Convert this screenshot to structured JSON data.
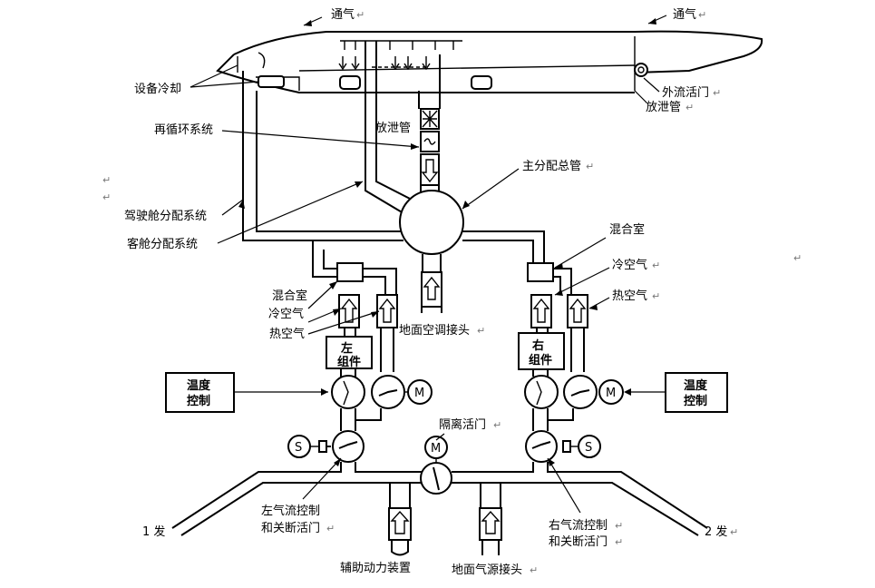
{
  "labels": {
    "vent_left": "通气",
    "vent_right": "通气",
    "equipment_cooling": "设备冷却",
    "outflow_valve": "外流活门",
    "overboard_vent_right": "放泄管",
    "recirculation": "再循环系统",
    "overboard_vent_center": "放泄管",
    "main_manifold": "主分配总管",
    "cockpit_distribution": "驾驶舱分配系统",
    "cabin_distribution": "客舱分配系统",
    "mix_chamber_right": "混合室",
    "cold_air_right": "冷空气",
    "hot_air_right": "热空气",
    "mix_chamber_left": "混合室",
    "cold_air_left": "冷空气",
    "hot_air_left": "热空气",
    "ground_ac_connector": "地面空调接头",
    "left_pack_line1": "左",
    "left_pack_line2": "组件",
    "right_pack_line1": "右",
    "right_pack_line2": "组件",
    "temp_control_left_line1": "温度",
    "temp_control_left_line2": "控制",
    "temp_control_right_line1": "温度",
    "temp_control_right_line2": "控制",
    "motor_left": "M",
    "motor_right": "M",
    "motor_isolation": "M",
    "isolation_valve": "隔离活门",
    "solenoid_left": "S",
    "solenoid_right": "S",
    "left_flow_valve_line1": "左气流控制",
    "left_flow_valve_line2": "和关断活门",
    "right_flow_valve_line1": "右气流控制",
    "right_flow_valve_line2": "和关断活门",
    "engine_1": "1 发",
    "engine_2": "2 发",
    "apu": "辅助动力装置",
    "ground_air_connector": "地面气源接头"
  },
  "paragraph_mark": "↵"
}
